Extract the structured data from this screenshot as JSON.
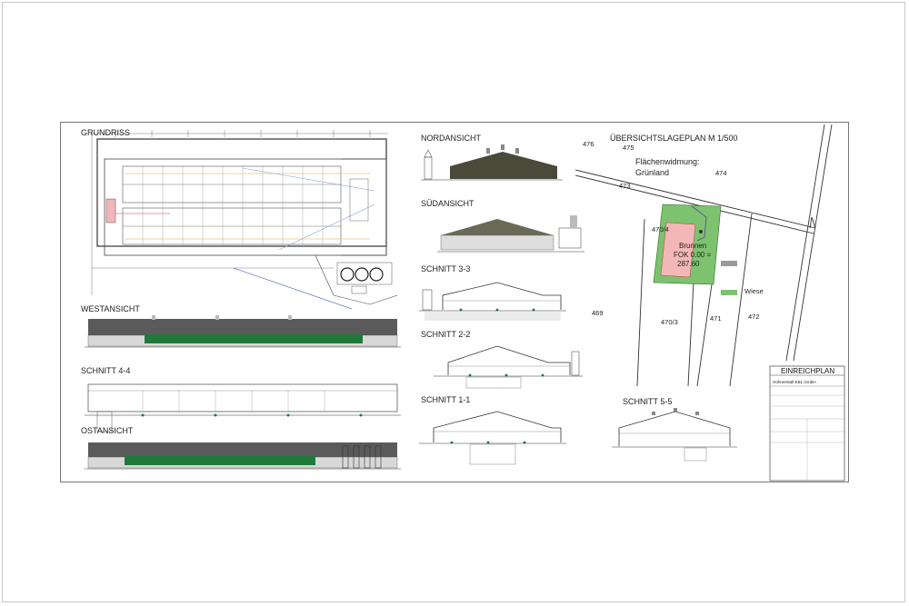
{
  "sheet": {
    "labels": {
      "grundriss": "GRUNDRISS",
      "westansicht": "WESTANSICHT",
      "schnitt44": "SCHNITT 4-4",
      "ostansicht": "OSTANSICHT",
      "nordansicht": "NORDANSICHT",
      "suedansicht": "SÜDANSICHT",
      "schnitt33": "SCHNITT 3-3",
      "schnitt22": "SCHNITT 2-2",
      "schnitt11": "SCHNITT 1-1",
      "schnitt55": "SCHNITT 5-5",
      "lageplan": "ÜBERSICHTSLAGEPLAN  M 1/500",
      "widmung1": "Flächenwidmung:",
      "widmung2": "Grünland",
      "brunnen": "Brunnen",
      "fok1": "FOK 0.00 =",
      "fok2": "287.60",
      "wiese": "Wiese"
    },
    "parcels": [
      "476",
      "475",
      "474",
      "473",
      "470/4",
      "469",
      "470/3",
      "471",
      "472"
    ],
    "titleblock": {
      "title": "EINREICHPLAN",
      "company": "Hühnerstall EBL GmbH"
    }
  }
}
